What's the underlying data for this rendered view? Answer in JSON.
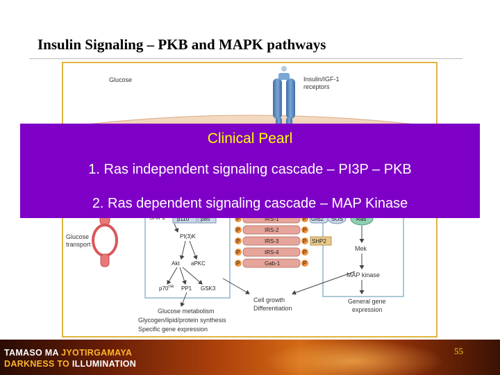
{
  "slide": {
    "title": "Insulin Signaling – PKB and MAPK pathways",
    "page_number": "55"
  },
  "figure": {
    "labels": {
      "glucose": "Glucose",
      "receptor_line1": "Insulin/IGF-1",
      "receptor_line2": "receptors",
      "ship2": "SHIP2",
      "p110": "p110",
      "p85": "p85",
      "glucose_transport_line1": "Glucose",
      "glucose_transport_line2": "transport",
      "pi3k": "PI(3)K",
      "akt": "Akt",
      "apkc": "aPKC",
      "p70": "p70",
      "p70_sup": "rsk",
      "pp1": "PP1",
      "gsk3": "GSK3",
      "glucose_metabolism": "Glucose metabolism",
      "synthesis": "Glycogen/lipid/protein synthesis",
      "specific_gene": "Specific gene expression",
      "irs1": "IRS-1",
      "irs2": "IRS-2",
      "irs3": "IRS-3",
      "irs4": "IRS-4",
      "gab1": "Gab-1",
      "p": "P",
      "grb2": "Grb2",
      "sos": "SOS",
      "ras": "Ras",
      "shp2": "SHP2",
      "mek": "Mek",
      "map_kinase": "MAP kinase",
      "cell_growth_line1": "Cell growth",
      "cell_growth_line2": "Differentiation",
      "general_gene_line1": "General gene",
      "general_gene_line2": "expression"
    }
  },
  "clinical_pearl": {
    "title": "Clinical Pearl",
    "items": [
      "1. Ras independent signaling cascade – PI3P – PKB",
      "2. Ras dependent signaling cascade – MAP Kinase"
    ]
  },
  "footer": {
    "motto_line1_a": "TAMASO MA ",
    "motto_line1_b": "JYOTIRGAMAYA",
    "motto_line2_a": "DARKNESS TO ",
    "motto_line2_b": "ILLUMINATION"
  },
  "colors": {
    "pearl_bg": "#7e00c6",
    "pearl_title": "#ffff00",
    "frame_border": "#e0b53e",
    "membrane": "#f0d0b4",
    "receptor": "#4a7fb8",
    "irs_box": "#e6a59a",
    "p_circle": "#f0913a"
  }
}
